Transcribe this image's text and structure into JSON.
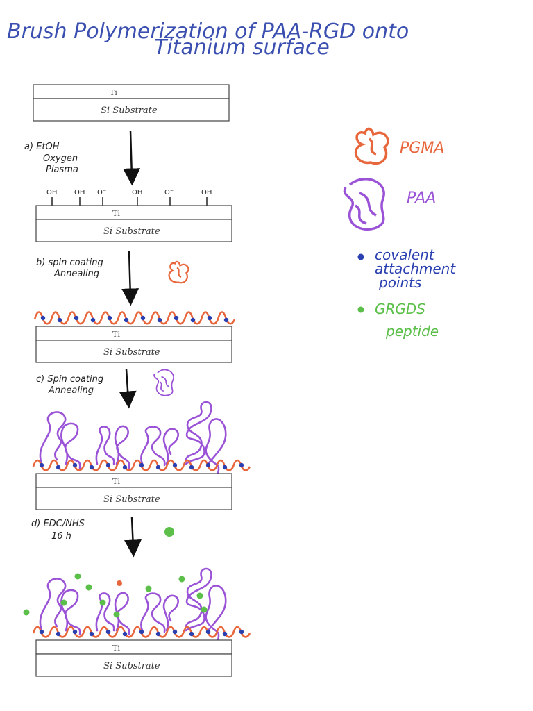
{
  "title": {
    "line1": "Brush Polymerization of PAA-RGD onto",
    "line2": "Titanium surface"
  },
  "layers": {
    "ti_label": "Ti",
    "si_label": "Si Substrate"
  },
  "steps": [
    {
      "id": "a",
      "lines": [
        "a) EtOH",
        "Oxygen",
        "Plasma"
      ]
    },
    {
      "id": "b",
      "lines": [
        "b) spin coating",
        "Annealing"
      ]
    },
    {
      "id": "c",
      "lines": [
        "c) Spin coating",
        "Annealing"
      ]
    },
    {
      "id": "d",
      "lines": [
        "d) EDC/NHS",
        "16 h"
      ]
    }
  ],
  "surface_groups": [
    "OH",
    "OH",
    "O⁻",
    "OH",
    "O⁻",
    "OH"
  ],
  "legend": {
    "pgma": "PGMA",
    "paa": "PAA",
    "covalent": [
      "covalent",
      "attachment",
      "points"
    ],
    "grgds": [
      "GRGDS",
      "peptide"
    ]
  },
  "colors": {
    "pgma": "#e8663b",
    "paa": "#9a52d6",
    "attachment": "#2a3fb0",
    "peptide": "#5bbf4a",
    "title": "#3a4fb0"
  }
}
